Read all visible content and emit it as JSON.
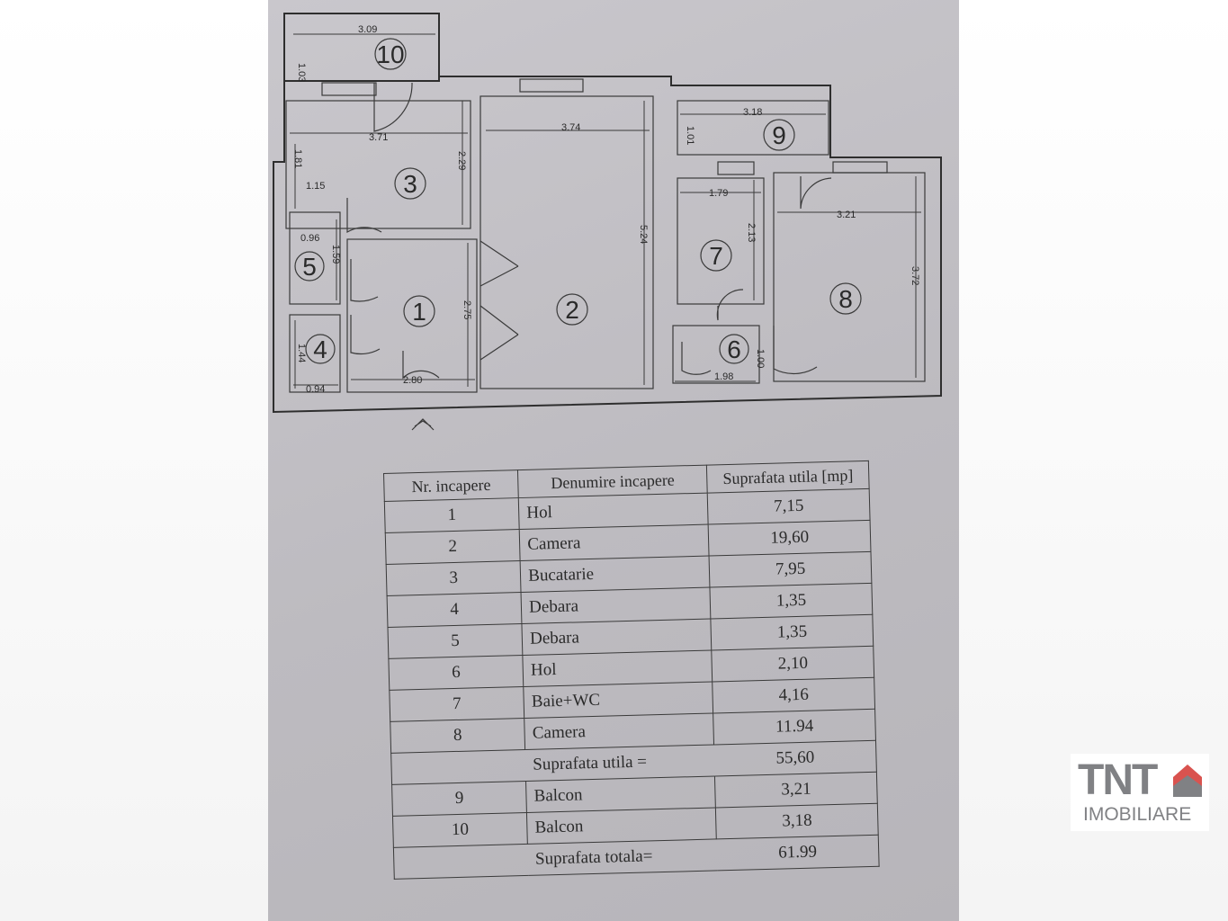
{
  "plan": {
    "rooms": [
      {
        "id": "room-1",
        "label": "1"
      },
      {
        "id": "room-2",
        "label": "2"
      },
      {
        "id": "room-3",
        "label": "3"
      },
      {
        "id": "room-4",
        "label": "4"
      },
      {
        "id": "room-5",
        "label": "5"
      },
      {
        "id": "room-6",
        "label": "6"
      },
      {
        "id": "room-7",
        "label": "7"
      },
      {
        "id": "room-8",
        "label": "8"
      },
      {
        "id": "room-9",
        "label": "9"
      },
      {
        "id": "room-10",
        "label": "10"
      }
    ],
    "dimensions": [
      "3.09",
      "1.03",
      "3.71",
      "1.81",
      "1.15",
      "2.29",
      "3.74",
      "5.24",
      "3.18",
      "1.01",
      "1.79",
      "2.13",
      "3.21",
      "3.72",
      "0.96",
      "1.59",
      "2.75",
      "1.44",
      "0.94",
      "2.80",
      "1.98",
      "1.00"
    ]
  },
  "table": {
    "headers": [
      "Nr. incapere",
      "Denumire incapere",
      "Suprafata utila [mp]"
    ],
    "rows": [
      {
        "nr": "1",
        "name": "Hol",
        "area": "7,15"
      },
      {
        "nr": "2",
        "name": "Camera",
        "area": "19,60"
      },
      {
        "nr": "3",
        "name": "Bucatarie",
        "area": "7,95"
      },
      {
        "nr": "4",
        "name": "Debara",
        "area": "1,35"
      },
      {
        "nr": "5",
        "name": "Debara",
        "area": "1,35"
      },
      {
        "nr": "6",
        "name": "Hol",
        "area": "2,10"
      },
      {
        "nr": "7",
        "name": "Baie+WC",
        "area": "4,16"
      },
      {
        "nr": "8",
        "name": "Camera",
        "area": "11.94"
      }
    ],
    "subtotal": {
      "label": "Suprafata utila =",
      "value": "55,60"
    },
    "balconies": [
      {
        "nr": "9",
        "name": "Balcon",
        "area": "3,21"
      },
      {
        "nr": "10",
        "name": "Balcon",
        "area": "3,18"
      }
    ],
    "total": {
      "label": "Suprafata totala=",
      "value": "61.99"
    }
  },
  "logo": {
    "brand": "TNT",
    "tagline": "IMOBILIARE",
    "accent": "#d9534f",
    "gray": "#808184"
  }
}
